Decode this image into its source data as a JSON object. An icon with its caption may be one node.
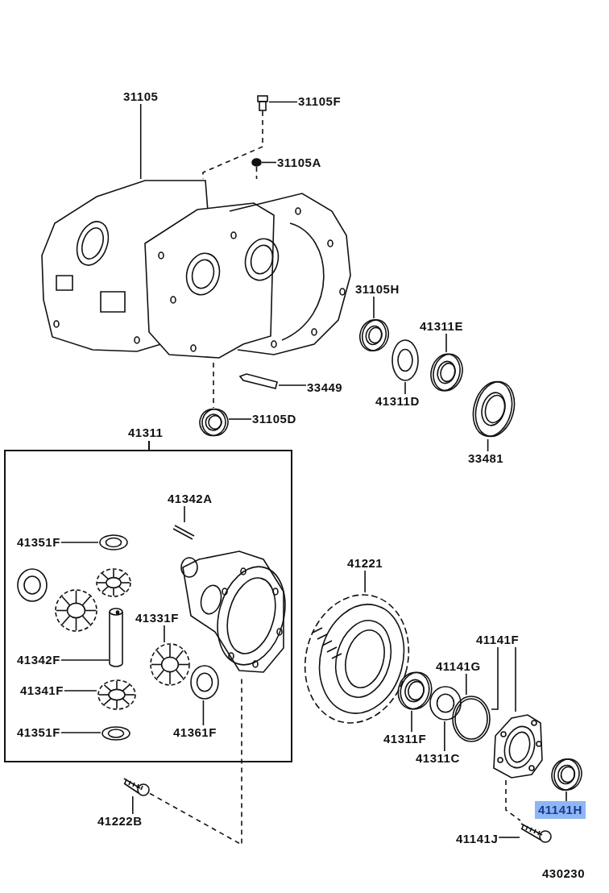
{
  "diagram": {
    "nodes": [
      {
        "text": [
          "31105"
        ]
      },
      {
        "text": [],
        "shape": "picture"
      },
      {
        "text": [
          "31105F"
        ]
      },
      {
        "text": [],
        "shape": "picture"
      },
      {
        "text": [
          "31105A"
        ]
      },
      {
        "text": [],
        "shape": "circle"
      },
      {
        "text": [
          "31105H"
        ]
      },
      {
        "text": [],
        "shape": "picture"
      },
      {
        "text": [
          "41311E"
        ]
      },
      {
        "text": [],
        "shape": "picture"
      },
      {
        "text": [
          "41311D"
        ]
      },
      {
        "text": [],
        "shape": "picture"
      },
      {
        "text": [
          "33449"
        ]
      },
      {
        "text": [],
        "shape": "picture"
      },
      {
        "text": [
          "31105D"
        ]
      },
      {
        "text": [],
        "shape": "picture"
      },
      {
        "text": [
          "33481"
        ]
      },
      {
        "text": [],
        "shape": "picture"
      },
      {
        "text": [
          "41311"
        ]
      },
      {
        "text": [
          "41342A"
        ],
        "in": 18
      },
      {
        "text": [],
        "shape": "picture",
        "in": 18
      },
      {
        "text": [
          "41351F"
        ],
        "in": 18
      },
      {
        "text": [],
        "shape": "picture",
        "in": 18
      },
      {
        "text": [],
        "shape": "picture",
        "in": 18
      },
      {
        "text": [],
        "shape": "picture",
        "in": 18
      },
      {
        "text": [],
        "shape": "picture",
        "in": 18
      },
      {
        "text": [],
        "shape": "picture",
        "in": 18
      },
      {
        "text": [
          "41331F"
        ],
        "in": 18
      },
      {
        "text": [],
        "shape": "picture",
        "in": 18
      },
      {
        "text": [
          "41342F"
        ],
        "in": 18
      },
      {
        "text": [],
        "shape": "cylinder",
        "in": 18
      },
      {
        "text": [
          "41341F"
        ],
        "in": 18
      },
      {
        "text": [],
        "shape": "picture",
        "in": 18
      },
      {
        "text": [
          "41351F"
        ],
        "in": 18
      },
      {
        "text": [],
        "shape": "picture",
        "in": 18
      },
      {
        "text": [
          "41361F"
        ],
        "in": 18
      },
      {
        "text": [],
        "shape": "picture",
        "in": 18
      },
      {
        "text": [
          "41221"
        ]
      },
      {
        "text": [],
        "shape": "picture"
      },
      {
        "text": [
          "41311F"
        ]
      },
      {
        "text": [],
        "shape": "picture"
      },
      {
        "text": [
          "41311C"
        ]
      },
      {
        "text": [],
        "shape": "picture"
      },
      {
        "text": [
          "41141G"
        ]
      },
      {
        "text": [],
        "shape": "picture"
      },
      {
        "text": [
          "41141F"
        ]
      },
      {
        "text": [],
        "shape": "picture"
      },
      {
        "text": [
          "41141H"
        ]
      },
      {
        "text": [],
        "shape": "picture"
      },
      {
        "text": [
          "41141J"
        ]
      },
      {
        "text": [],
        "shape": "picture"
      },
      {
        "text": [
          "41222B"
        ]
      },
      {
        "text": [],
        "shape": "picture"
      }
    ],
    "edges": [
      {
        "from": 0,
        "to": 1,
        "arrow": "none"
      },
      {
        "from": 2,
        "to": 3,
        "arrow": "none"
      },
      {
        "from": 4,
        "to": 5,
        "arrow": "none"
      },
      {
        "from": 3,
        "to": 1,
        "arrow": "none",
        "style": "dashed"
      },
      {
        "from": 5,
        "to": 1,
        "arrow": "none",
        "style": "dashed"
      },
      {
        "from": 6,
        "to": 7,
        "arrow": "none"
      },
      {
        "from": 8,
        "to": 9,
        "arrow": "none"
      },
      {
        "from": 10,
        "to": 11,
        "arrow": "none"
      },
      {
        "from": 12,
        "to": 13,
        "arrow": "none"
      },
      {
        "from": 14,
        "to": 15,
        "arrow": "none"
      },
      {
        "from": 1,
        "to": 15,
        "arrow": "none",
        "style": "dashed"
      },
      {
        "from": 16,
        "to": 17,
        "arrow": "none"
      },
      {
        "from": 19,
        "to": 20,
        "arrow": "none"
      },
      {
        "from": 21,
        "to": 22,
        "arrow": "none"
      },
      {
        "from": 27,
        "to": 28,
        "arrow": "none"
      },
      {
        "from": 29,
        "to": 30,
        "arrow": "none"
      },
      {
        "from": 31,
        "to": 32,
        "arrow": "none"
      },
      {
        "from": 33,
        "to": 34,
        "arrow": "none"
      },
      {
        "from": 35,
        "to": 36,
        "arrow": "none"
      },
      {
        "from": 37,
        "to": 38,
        "arrow": "none"
      },
      {
        "from": 39,
        "to": 40,
        "arrow": "none"
      },
      {
        "from": 41,
        "to": 42,
        "arrow": "none"
      },
      {
        "from": 43,
        "to": 44,
        "arrow": "none"
      },
      {
        "from": 45,
        "to": 44,
        "arrow": "none"
      },
      {
        "from": 45,
        "to": 46,
        "arrow": "none"
      },
      {
        "from": 47,
        "to": 48,
        "arrow": "none"
      },
      {
        "from": 49,
        "to": 50,
        "arrow": "none"
      },
      {
        "from": 51,
        "to": 52,
        "arrow": "none"
      },
      {
        "from": 52,
        "to": 26,
        "arrow": "none",
        "style": "dashed"
      },
      {
        "from": 46,
        "to": 50,
        "arrow": "none",
        "style": "dashed"
      }
    ],
    "labels": [
      "430230"
    ]
  }
}
